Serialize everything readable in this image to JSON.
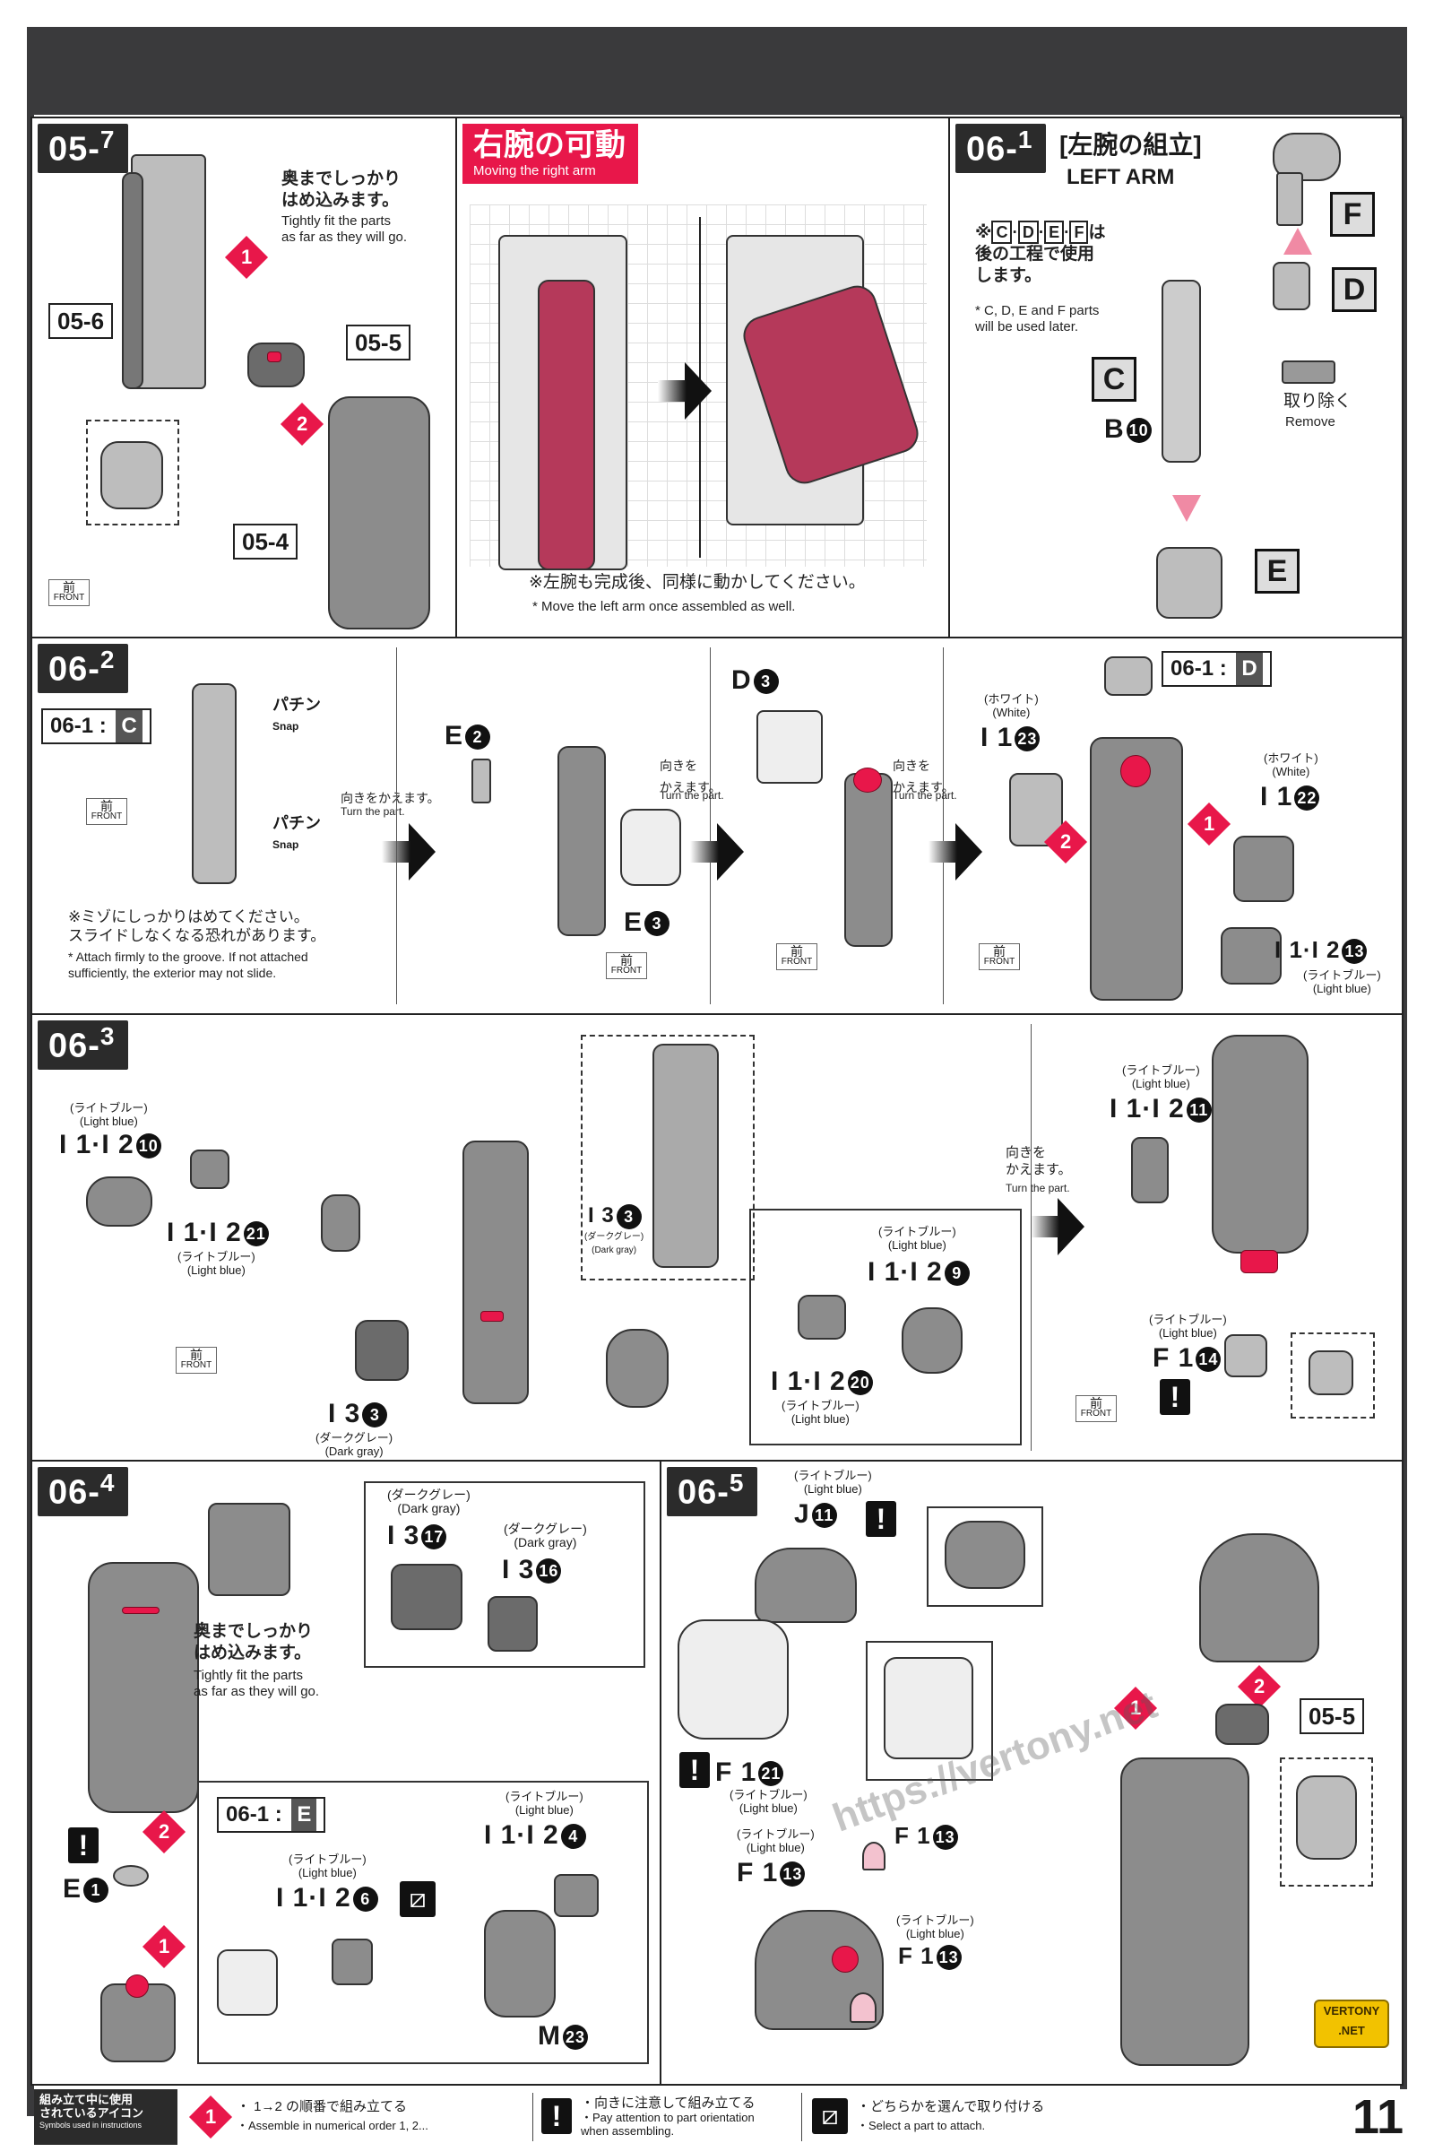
{
  "page_number": "11",
  "steps": {
    "s05_7": {
      "num": "05-",
      "sub": "7"
    },
    "s06_1": {
      "num": "06-",
      "sub": "1"
    },
    "s06_2": {
      "num": "06-",
      "sub": "2"
    },
    "s06_3": {
      "num": "06-",
      "sub": "3"
    },
    "s06_4": {
      "num": "06-",
      "sub": "4"
    },
    "s06_5": {
      "num": "06-",
      "sub": "5"
    }
  },
  "p05_7": {
    "note_jp": "奥までしっかり\nはめ込みます。",
    "note_en": "Tightly fit the parts\nas far as they will go.",
    "ref_05_6": "05-6",
    "ref_05_5": "05-5",
    "ref_05_4": "05-4"
  },
  "right_arm": {
    "title_jp": "右腕の可動",
    "title_en": "Moving the right arm",
    "note_jp": "※左腕も完成後、同様に動かしてください。",
    "note_en": "* Move the left arm once assembled as well."
  },
  "p06_1": {
    "title_jp": "[左腕の組立]",
    "title_en": "LEFT ARM",
    "note_jp_prefix": "※",
    "note_jp_letters": [
      "C",
      "D",
      "E",
      "F"
    ],
    "note_jp_suffix": "は\n後の工程で使用\nします。",
    "note_en": "* C, D, E and F parts\nwill be used later.",
    "letters": {
      "c": "C",
      "d": "D",
      "e": "E",
      "f": "F"
    },
    "b_code": "B",
    "b_num": "10",
    "remove_jp": "取り除く",
    "remove_en": "Remove"
  },
  "p06_2": {
    "ref": "06-1",
    "ref_letter": "C",
    "snap_jp": "パチン",
    "snap_en": "Snap",
    "turn_jp": "向きをかえます。",
    "turn_en": "Turn the part.",
    "turn2_jp": "向きを\nかえます。",
    "e2": {
      "code": "E",
      "num": "2"
    },
    "e3": {
      "code": "E",
      "num": "3"
    },
    "d3": {
      "code": "D",
      "num": "3"
    },
    "i1_23": {
      "code": "I 1",
      "num": "23"
    },
    "i1_22": {
      "code": "I 1",
      "num": "22"
    },
    "i1_12_13": {
      "code": "I 1·I 2",
      "num": "13"
    },
    "white_jp": "(ホワイト)",
    "white_en": "(White)",
    "lightblue_jp": "(ライトブルー)",
    "lightblue_en": "(Light blue)",
    "ref_d": "06-1",
    "ref_d_letter": "D",
    "note_jp": "※ミゾにしっかりはめてください。\nスライドしなくなる恐れがあります。",
    "note_en": "* Attach firmly to the groove. If not attached\nsufficiently, the exterior may not slide."
  },
  "p06_3": {
    "i12_10": {
      "code": "I 1·I 2",
      "num": "10"
    },
    "i12_21": {
      "code": "I 1·I 2",
      "num": "21"
    },
    "i3_3a": {
      "code": "I 3",
      "num": "3"
    },
    "i3_3b": {
      "code": "I 3",
      "num": "3"
    },
    "i12_9": {
      "code": "I 1·I 2",
      "num": "9"
    },
    "i12_20": {
      "code": "I 1·I 2",
      "num": "20"
    },
    "i12_11": {
      "code": "I 1·I 2",
      "num": "11"
    },
    "f14": {
      "code": "F 1",
      "num": "14"
    },
    "darkgray_jp": "(ダークグレー)",
    "darkgray_en": "(Dark gray)",
    "lightblue_jp": "(ライトブルー)",
    "lightblue_en": "(Light blue)",
    "turn_jp": "向きを\nかえます。",
    "turn_en": "Turn the part."
  },
  "p06_4": {
    "i3_17": {
      "code": "I 3",
      "num": "17"
    },
    "i3_16": {
      "code": "I 3",
      "num": "16"
    },
    "darkgray_jp": "(ダークグレー)",
    "darkgray_en": "(Dark gray)",
    "note_jp": "奥までしっかり\nはめ込みます。",
    "note_en": "Tightly fit the parts\nas far as they will go.",
    "e1": {
      "code": "E",
      "num": "1"
    },
    "ref": "06-1",
    "ref_letter": "E",
    "i12_6": {
      "code": "I 1·I 2",
      "num": "6"
    },
    "i12_4": {
      "code": "I 1·I 2",
      "num": "4"
    },
    "m23": {
      "code": "M",
      "num": "23"
    },
    "lightblue_jp": "(ライトブルー)",
    "lightblue_en": "(Light blue)"
  },
  "p06_5": {
    "j11": {
      "code": "J",
      "num": "11"
    },
    "f21": {
      "code": "F 1",
      "num": "21"
    },
    "f13a": {
      "code": "F 1",
      "num": "13"
    },
    "f13b": {
      "code": "F 1",
      "num": "13"
    },
    "f13c": {
      "code": "F 1",
      "num": "13"
    },
    "ref": "05-5",
    "lightblue_jp": "(ライトブルー)",
    "lightblue_en": "(Light blue)"
  },
  "common": {
    "front_jp": "前",
    "front_en": "FRONT"
  },
  "legend": {
    "title_jp": "組み立て中に使用\nされているアイコン",
    "title_en": "Symbols used in instructions",
    "order_jp": "・ 1→2 の順番で組み立てる",
    "order_en": "・Assemble in numerical order 1, 2...",
    "orient_jp": "・向きに注意して組み立てる",
    "orient_en": "・Pay attention to part orientation\n  when assembling.",
    "select_jp": "・どちらかを選んで取り付ける",
    "select_en": "・Select a part to attach."
  },
  "watermark": {
    "url": "https://vertony.net",
    "badge_top": "VERTONY",
    "badge_bottom": ".NET"
  },
  "colors": {
    "accent": "#e8174a",
    "frame": "#3a3a3c"
  }
}
